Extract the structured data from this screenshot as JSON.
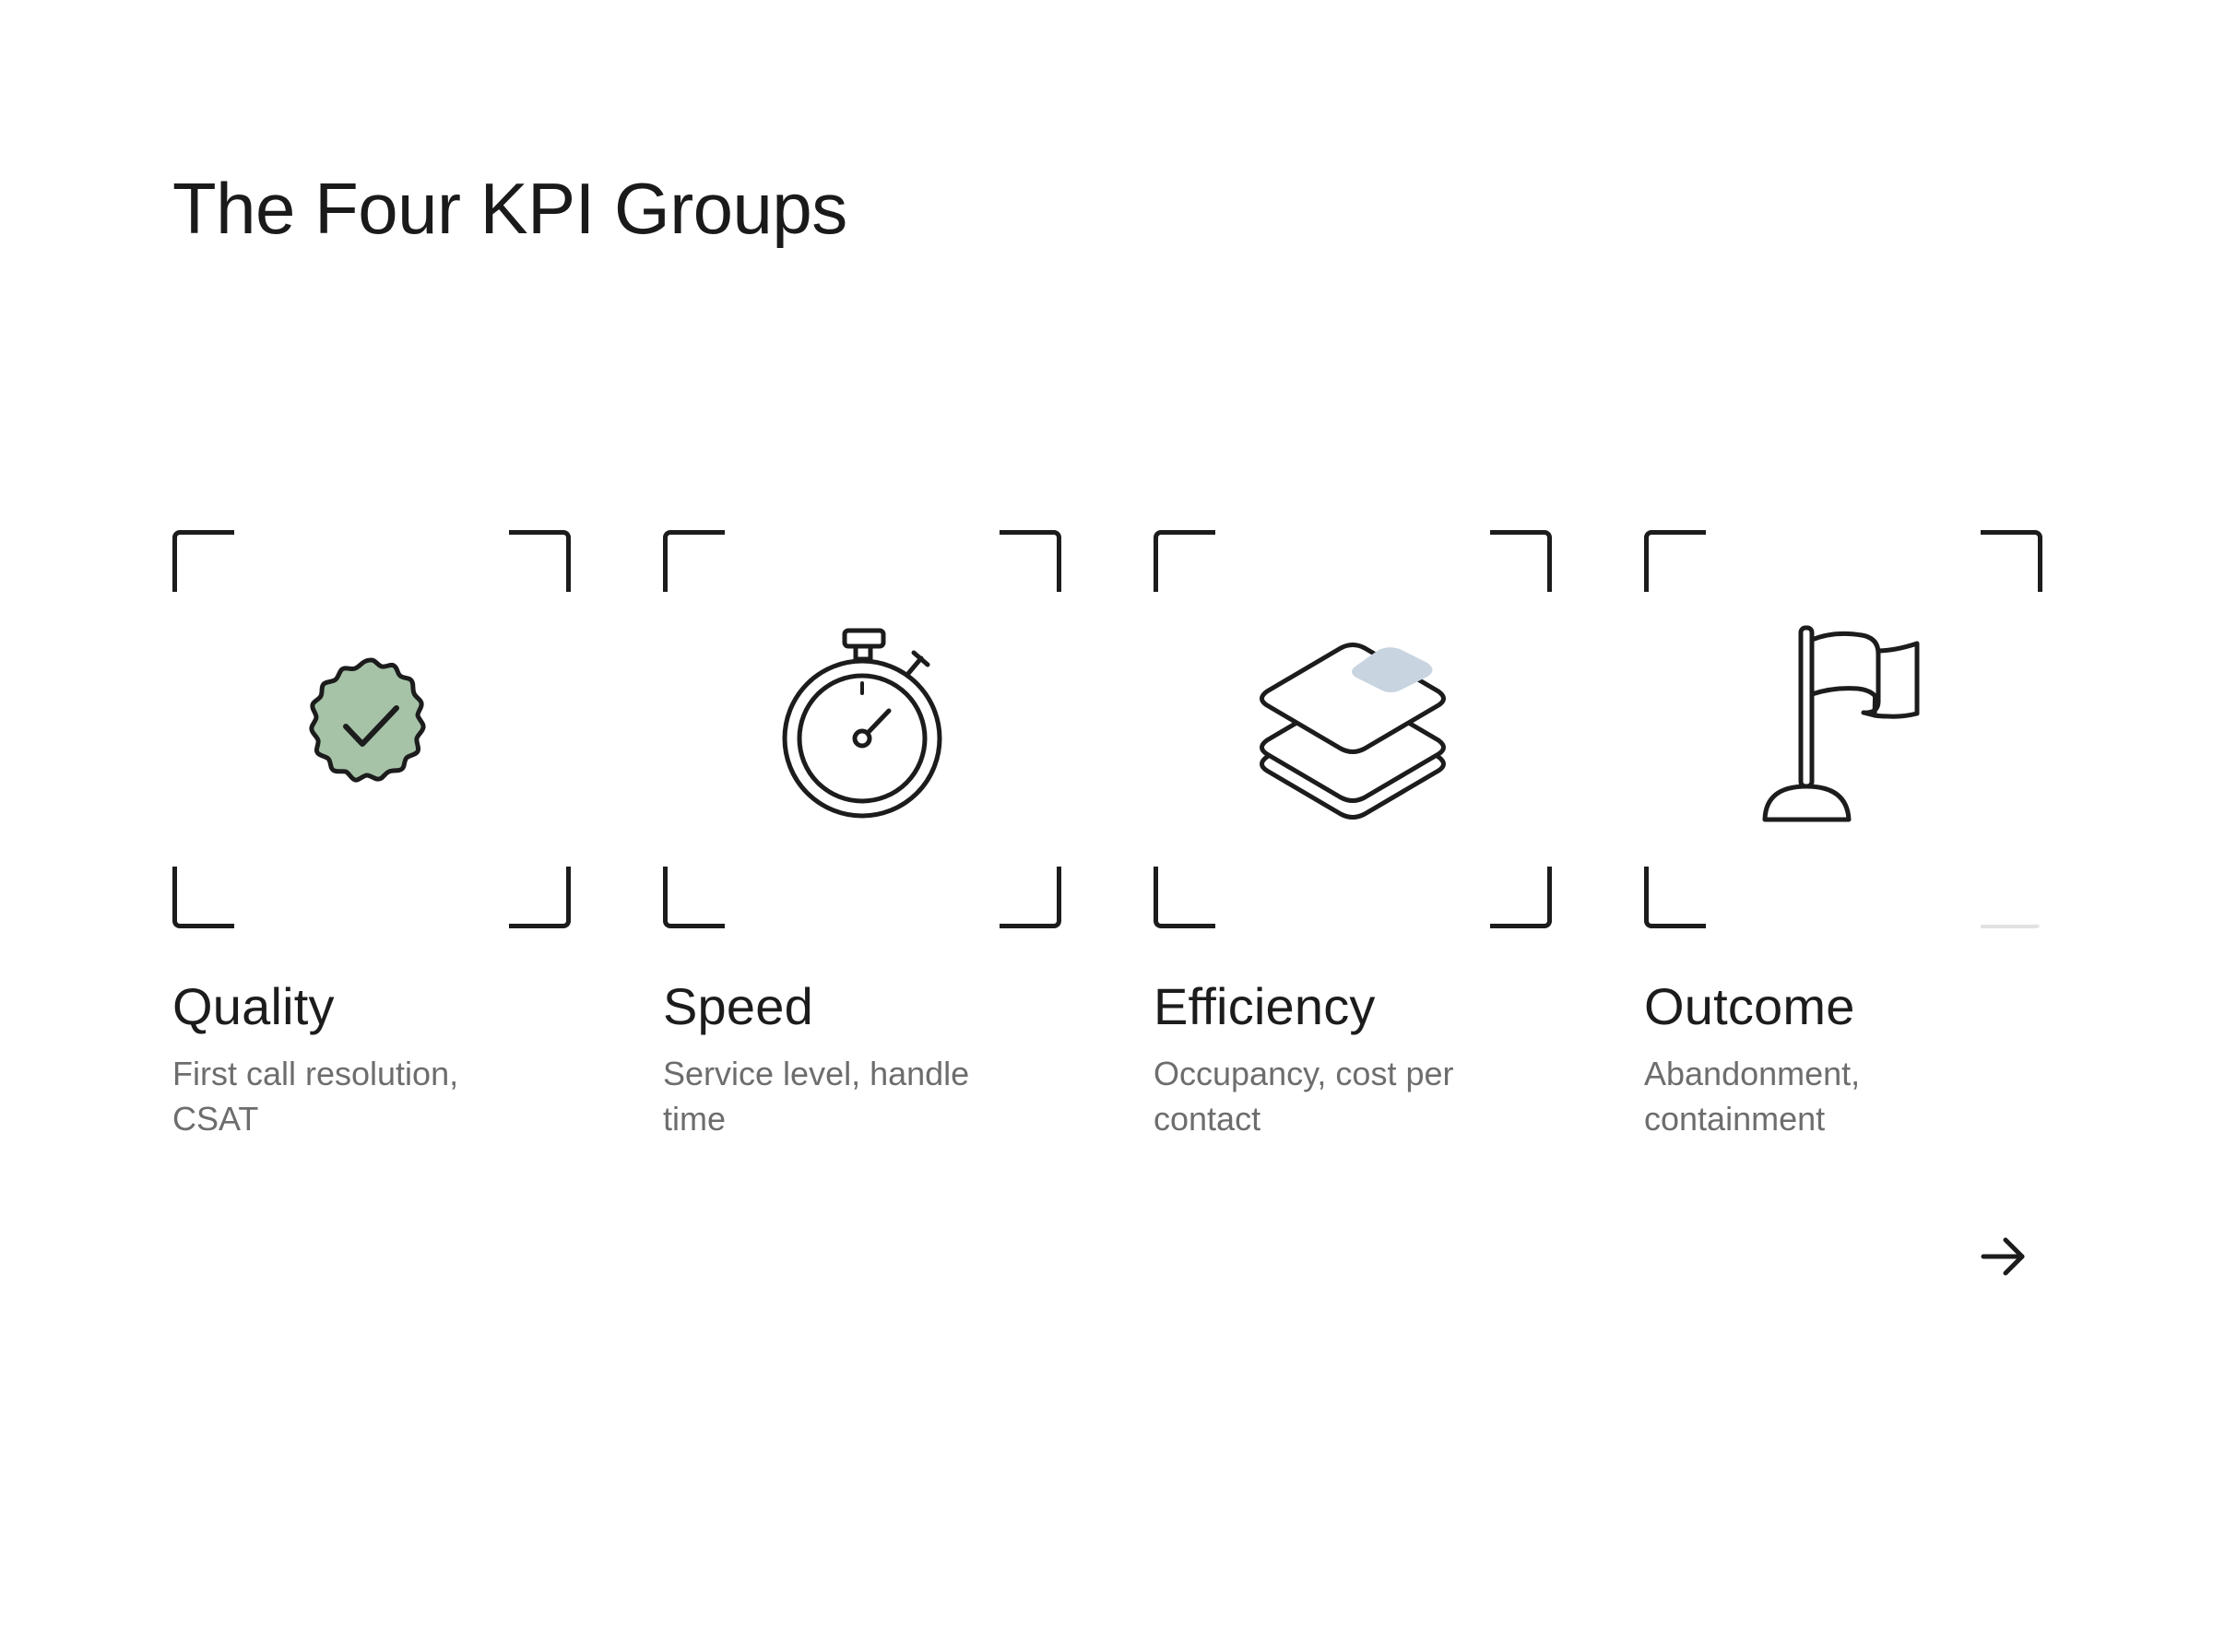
{
  "page": {
    "title": "The Four KPI Groups"
  },
  "cards": [
    {
      "title": "Quality",
      "description": "First call resolution, CSAT",
      "icon": "verified-badge-icon",
      "accent": "#a6c3a8"
    },
    {
      "title": "Speed",
      "description": "Service level, handle time",
      "icon": "stopwatch-icon",
      "accent": "#ffffff"
    },
    {
      "title": "Efficiency",
      "description": "Occupancy, cost per contact",
      "icon": "stacked-layers-icon",
      "accent": "#c8d4df"
    },
    {
      "title": "Outcome",
      "description": "Abandonment, containment",
      "icon": "flag-icon",
      "accent": "#ffffff"
    }
  ],
  "navigation": {
    "next_icon": "arrow-right-icon"
  },
  "colors": {
    "text": "#1c1c1c",
    "muted_text": "#6d6d6d",
    "stroke": "#1c1c1c",
    "background": "#ffffff"
  }
}
